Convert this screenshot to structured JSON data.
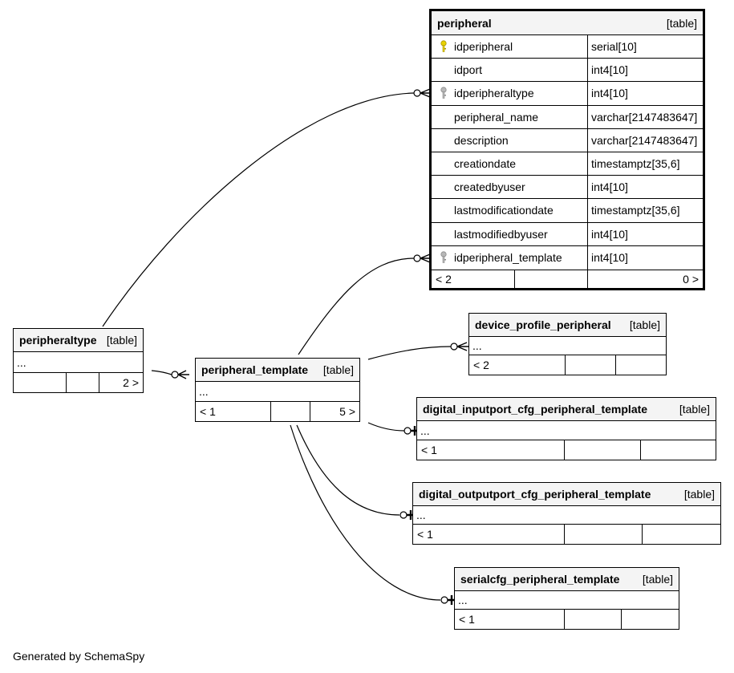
{
  "diagram": {
    "caption": "Generated by SchemaSpy",
    "tables": {
      "peripheral": {
        "name": "peripheral",
        "tag": "[table]",
        "columns": [
          {
            "name": "idperipheral",
            "type": "serial[10]",
            "key": "primary"
          },
          {
            "name": "idport",
            "type": "int4[10]",
            "key": ""
          },
          {
            "name": "idperipheraltype",
            "type": "int4[10]",
            "key": "foreign"
          },
          {
            "name": "peripheral_name",
            "type": "varchar[2147483647]",
            "key": ""
          },
          {
            "name": "description",
            "type": "varchar[2147483647]",
            "key": ""
          },
          {
            "name": "creationdate",
            "type": "timestamptz[35,6]",
            "key": ""
          },
          {
            "name": "createdbyuser",
            "type": "int4[10]",
            "key": ""
          },
          {
            "name": "lastmodificationdate",
            "type": "timestamptz[35,6]",
            "key": ""
          },
          {
            "name": "lastmodifiedbyuser",
            "type": "int4[10]",
            "key": ""
          },
          {
            "name": "idperipheral_template",
            "type": "int4[10]",
            "key": "foreign"
          }
        ],
        "parents": "< 2",
        "children": "0 >"
      },
      "peripheraltype": {
        "name": "peripheraltype",
        "tag": "[table]",
        "body": "...",
        "parents": "",
        "children": "2 >"
      },
      "peripheral_template": {
        "name": "peripheral_template",
        "tag": "[table]",
        "body": "...",
        "parents": "< 1",
        "children": "5 >"
      },
      "device_profile_peripheral": {
        "name": "device_profile_peripheral",
        "tag": "[table]",
        "body": "...",
        "parents": "< 2",
        "children": ""
      },
      "digital_inputport_cfg_peripheral_template": {
        "name": "digital_inputport_cfg_peripheral_template",
        "tag": "[table]",
        "body": "...",
        "parents": "< 1",
        "children": ""
      },
      "digital_outputport_cfg_peripheral_template": {
        "name": "digital_outputport_cfg_peripheral_template",
        "tag": "[table]",
        "body": "...",
        "parents": "< 1",
        "children": ""
      },
      "serialcfg_peripheral_template": {
        "name": "serialcfg_peripheral_template",
        "tag": "[table]",
        "body": "...",
        "parents": "< 1",
        "children": ""
      }
    }
  }
}
